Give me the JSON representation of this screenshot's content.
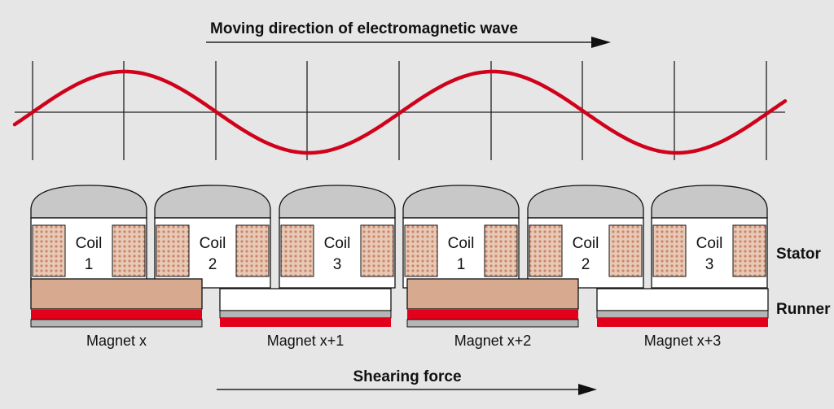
{
  "titles": {
    "wave_direction": "Moving direction of electromagnetic wave",
    "shearing_force": "Shearing force"
  },
  "side_labels": {
    "stator": "Stator",
    "runner": "Runner"
  },
  "coils": [
    {
      "word": "Coil",
      "number": "1"
    },
    {
      "word": "Coil",
      "number": "2"
    },
    {
      "word": "Coil",
      "number": "3"
    },
    {
      "word": "Coil",
      "number": "1"
    },
    {
      "word": "Coil",
      "number": "2"
    },
    {
      "word": "Coil",
      "number": "3"
    }
  ],
  "magnets": [
    {
      "label": "Magnet x",
      "filled": true
    },
    {
      "label": "Magnet x+1",
      "filled": false
    },
    {
      "label": "Magnet x+2",
      "filled": true
    },
    {
      "label": "Magnet x+3",
      "filled": false
    }
  ],
  "colors": {
    "background": "#e6e6e6",
    "wave": "#d0021b",
    "magnet_stripe": "#e2001a",
    "magnet_fill": "#d7a98e",
    "winding": "#e8c9b6",
    "winding_dot": "#c9876a",
    "cap": "#c8c8c8",
    "base_strip": "#b5b5b5"
  }
}
